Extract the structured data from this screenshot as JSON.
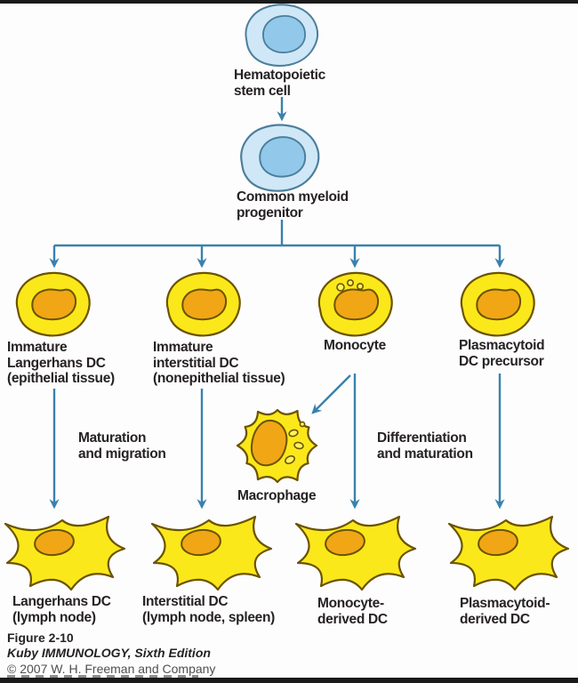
{
  "colors": {
    "bg": "#fdfdfd",
    "bar": "#1a1a1a",
    "arrow": "#3a81ad",
    "blue": "#cfe7f7",
    "blue_nucleus": "#92c9ea",
    "blue_outline": "#4c7e9b",
    "yellow": "#fbe81a",
    "yellow_nucleus": "#f1a616",
    "yellow_outline": "#6b5300",
    "text": "#262223",
    "muted": "#4f4f4f"
  },
  "nodes": {
    "hsc": {
      "lines": [
        "Hematopoietic",
        "stem cell"
      ]
    },
    "cmp": {
      "lines": [
        "Common myeloid",
        "progenitor"
      ]
    },
    "immature_langerhans": {
      "lines": [
        "Immature",
        "Langerhans DC",
        "(epithelial tissue)"
      ]
    },
    "immature_interstitial": {
      "lines": [
        "Immature",
        "interstitial DC",
        "(nonepithelial tissue)"
      ]
    },
    "monocyte": {
      "lines": [
        "Monocyte"
      ]
    },
    "plasmacytoid_precursor": {
      "lines": [
        "Plasmacytoid",
        "DC precursor"
      ]
    },
    "macrophage": {
      "lines": [
        "Macrophage"
      ]
    },
    "langerhans_dc": {
      "lines": [
        "Langerhans DC",
        "(lymph node)"
      ]
    },
    "interstitial_dc": {
      "lines": [
        "Interstitial DC",
        "(lymph node, spleen)"
      ]
    },
    "monocyte_derived_dc": {
      "lines": [
        "Monocyte-",
        "derived DC"
      ]
    },
    "plasmacytoid_derived_dc": {
      "lines": [
        "Plasmacytoid-",
        "derived DC"
      ]
    }
  },
  "process_labels": {
    "left": {
      "lines": [
        "Maturation",
        "and migration"
      ]
    },
    "right": {
      "lines": [
        "Differentiation",
        "and maturation"
      ]
    }
  },
  "caption": {
    "figure": "Figure 2-10",
    "book": "Kuby IMMUNOLOGY, Sixth Edition",
    "copyright": "© 2007 W. H. Freeman and Company"
  }
}
